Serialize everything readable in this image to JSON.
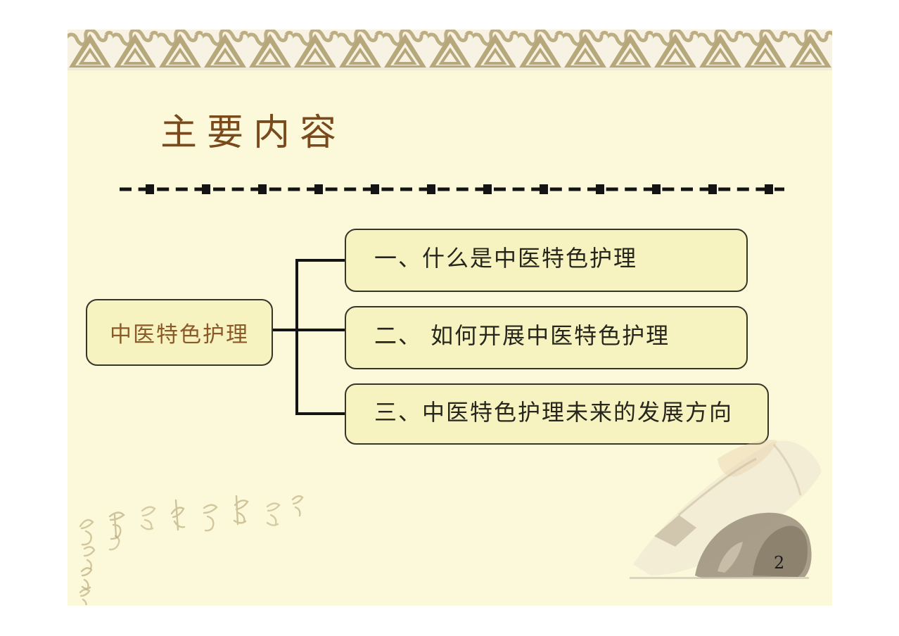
{
  "slide": {
    "title": "主要内容",
    "page_number": "2",
    "diagram": {
      "root_label": "中医特色护理",
      "items": [
        {
          "label": "一、什么是中医特色护理"
        },
        {
          "label": "二、 如何开展中医特色护理"
        },
        {
          "label": "三、中医特色护理未来的发展方向"
        }
      ]
    },
    "decorations": {
      "top_border": "ornamental-triangle-knot-band",
      "bottom_left": "faded-calligraphy-art",
      "bottom_right": "faded-ink-wash-rock-painting"
    },
    "colors": {
      "slide_background": "#fcf9da",
      "box_fill": "#f7f3c0",
      "box_border": "#35352a",
      "title_text": "#7b4a1c",
      "root_text": "#8a5a28",
      "item_text": "#26261c",
      "connector": "#141414",
      "band_motif": "#b6a87a",
      "band_background": "#f7f2e3"
    }
  }
}
